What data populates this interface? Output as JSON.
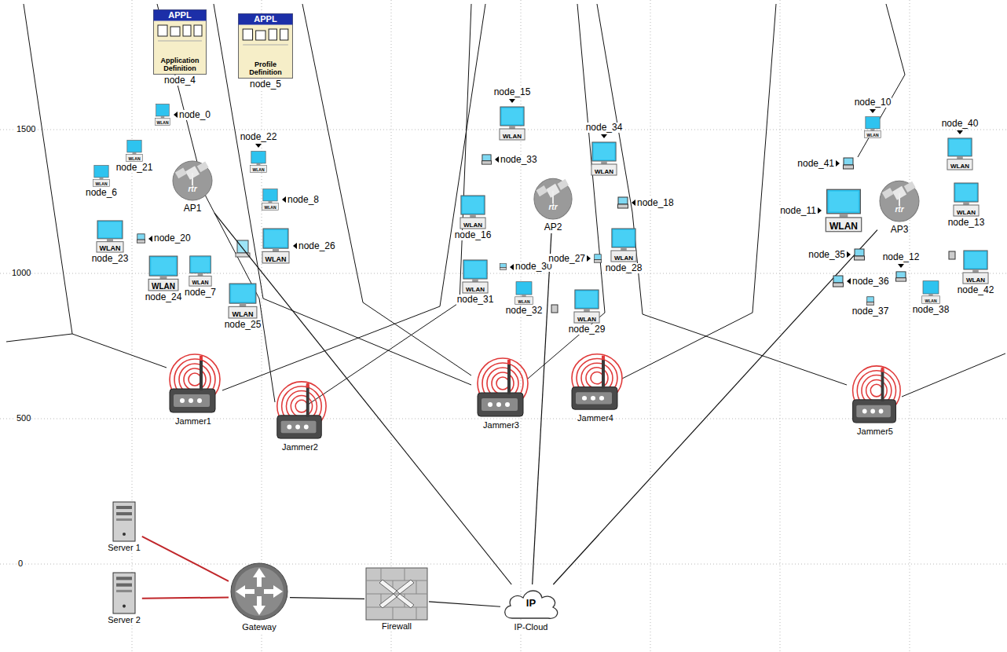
{
  "diagram": {
    "nodes": [
      {
        "text": [
          "APPL",
          "Application Definition",
          "node_4"
        ]
      },
      {
        "text": [
          "APPL",
          "Profile Definition",
          "node_5"
        ]
      },
      {
        "text": [
          "WLAN",
          "node_0"
        ]
      },
      {
        "text": [
          "WLAN",
          "node_22"
        ]
      },
      {
        "text": [
          "WLAN",
          "node_21"
        ]
      },
      {
        "text": [
          "rtr",
          "AP1"
        ]
      },
      {
        "text": [
          "WLAN",
          "node_8"
        ]
      },
      {
        "text": [
          "WLAN",
          "node_6"
        ]
      },
      {
        "text": [
          "WLAN",
          "node_26"
        ]
      },
      {
        "text": [
          "WLAN",
          "node_23"
        ]
      },
      {
        "text": [
          "node_20"
        ]
      },
      {
        "text": [
          "WLAN",
          "node_24"
        ]
      },
      {
        "text": [
          "WLAN",
          "node_7"
        ]
      },
      {
        "text": [
          "WLAN",
          "node_25"
        ]
      },
      {
        "text": [
          "WLAN",
          "node_15"
        ]
      },
      {
        "text": [
          "node_33"
        ]
      },
      {
        "text": [
          "WLAN",
          "node_34"
        ]
      },
      {
        "text": [
          "rtr",
          "AP2"
        ]
      },
      {
        "text": [
          "WLAN",
          "node_16"
        ]
      },
      {
        "text": [
          "node_18"
        ]
      },
      {
        "text": [
          "node_30"
        ]
      },
      {
        "text": [
          "node_27"
        ]
      },
      {
        "text": [
          "WLAN",
          "node_28"
        ]
      },
      {
        "text": [
          "WLAN",
          "node_31"
        ]
      },
      {
        "text": [
          "WLAN",
          "node_32"
        ]
      },
      {
        "text": [
          "WLAN",
          "node_29"
        ]
      },
      {
        "text": [
          "WLAN",
          "node_10"
        ]
      },
      {
        "text": [
          "WLAN",
          "node_40"
        ]
      },
      {
        "text": [
          "node_41"
        ]
      },
      {
        "text": [
          "WLAN",
          "node_11"
        ]
      },
      {
        "text": [
          "rtr",
          "AP3"
        ]
      },
      {
        "text": [
          "WLAN",
          "node_13"
        ]
      },
      {
        "text": [
          "node_35"
        ]
      },
      {
        "text": [
          "node_12"
        ]
      },
      {
        "text": [
          "node_36"
        ]
      },
      {
        "text": [
          "WLAN",
          "node_42"
        ]
      },
      {
        "text": [
          "node_37"
        ]
      },
      {
        "text": [
          "WLAN",
          "node_38"
        ]
      },
      {
        "text": [
          "Jammer1"
        ]
      },
      {
        "text": [
          "Jammer2"
        ]
      },
      {
        "text": [
          "Jammer3"
        ]
      },
      {
        "text": [
          "Jammer4"
        ]
      },
      {
        "text": [
          "Jammer5"
        ]
      },
      {
        "text": [
          "Server 1"
        ]
      },
      {
        "text": [
          "Server 2"
        ]
      },
      {
        "text": [
          "Gateway"
        ]
      },
      {
        "text": [
          "Firewall"
        ]
      },
      {
        "text": [
          "IP",
          "IP-Cloud"
        ]
      }
    ],
    "edges": [
      {
        "from": 5,
        "to": 47,
        "arrow": "none"
      },
      {
        "from": 17,
        "to": 47,
        "arrow": "none"
      },
      {
        "from": 30,
        "to": 47,
        "arrow": "none"
      },
      {
        "from": 43,
        "to": 45,
        "arrow": "none"
      },
      {
        "from": 44,
        "to": 45,
        "arrow": "none"
      },
      {
        "from": 45,
        "to": 46,
        "arrow": "none"
      },
      {
        "from": 46,
        "to": 47,
        "arrow": "none"
      }
    ],
    "labels": [
      "1500",
      "1000",
      "500",
      "0"
    ]
  }
}
